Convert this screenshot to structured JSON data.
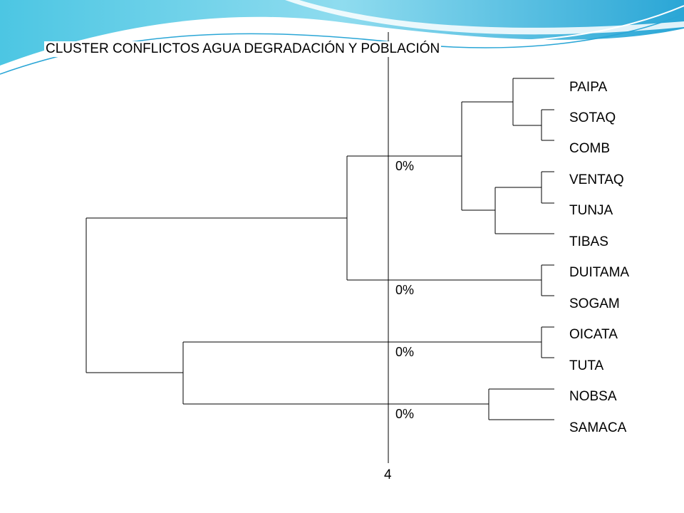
{
  "title": "CLUSTER CONFLICTOS AGUA DEGRADACIÓN Y POBLACIÓN",
  "leaves": [
    "PAIPA",
    "SOTAQ",
    "COMB",
    "VENTAQ",
    "TUNJA",
    "TIBAS",
    "DUITAMA",
    "SOGAM",
    "OICATA",
    "TUTA",
    "NOBSA",
    "SAMACA"
  ],
  "percent_labels": [
    "0%",
    "0%",
    "0%",
    "0%"
  ],
  "axis_value": "4",
  "colors": {
    "line": "#000000",
    "wave_light": "#bfe9f4",
    "wave_mid": "#5fcde6",
    "wave_dark": "#27a9d6"
  }
}
